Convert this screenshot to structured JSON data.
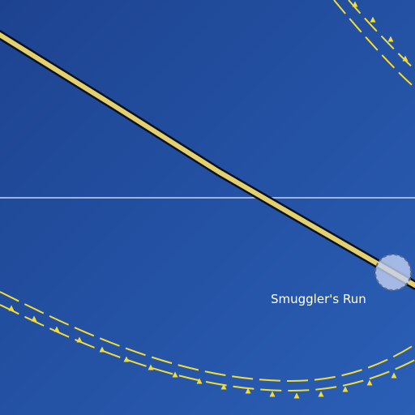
{
  "map": {
    "style": "nautical-dark",
    "colors": {
      "water_dark": "#1d4390",
      "water_light": "#2a5fb6",
      "route_fill": "#e3d06e",
      "route_casing": "#0b1022",
      "lane_line": "#f2dc3a",
      "marker": "#f2dc3a",
      "graticule": "#b6c3ea",
      "place_fill": "#c3d1f2",
      "place_stroke": "#5a6b8c",
      "label_text": "#ffffff"
    },
    "features": {
      "main_route": {
        "kind": "shipping-route",
        "label": ""
      },
      "upper_lane": {
        "kind": "traffic-lane-boundary",
        "direction_marker": "triangle"
      },
      "lower_lane": {
        "kind": "traffic-lane-boundary",
        "direction_marker": "triangle"
      },
      "graticule_line": {
        "kind": "latitude-line"
      },
      "place": {
        "name": "Smuggler's Run",
        "icon": "circle-place-icon"
      }
    }
  }
}
